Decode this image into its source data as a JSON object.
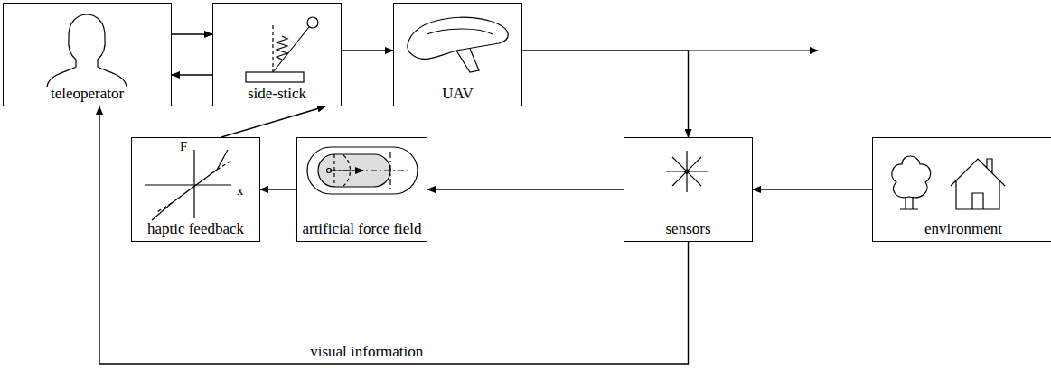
{
  "diagram": {
    "nodes": [
      {
        "text": [
          "teleoperator"
        ]
      },
      {
        "text": [
          "side-stick"
        ]
      },
      {
        "text": [
          "UAV"
        ]
      },
      {
        "text": [
          "haptic feedback"
        ]
      },
      {
        "text": [
          "artificial force field"
        ]
      },
      {
        "text": [
          "sensors"
        ]
      },
      {
        "text": [
          "environment"
        ]
      }
    ],
    "edges": [
      {
        "from": 0,
        "to": 1,
        "arrow": "to"
      },
      {
        "from": 1,
        "to": 0,
        "arrow": "to"
      },
      {
        "from": 1,
        "to": 2,
        "arrow": "to"
      },
      {
        "from": 2,
        "to": 5,
        "arrow": "to"
      },
      {
        "from": 6,
        "to": 5,
        "arrow": "to"
      },
      {
        "from": 5,
        "to": 4,
        "arrow": "to"
      },
      {
        "from": 4,
        "to": 3,
        "arrow": "to"
      },
      {
        "from": 3,
        "to": 1,
        "arrow": "to"
      },
      {
        "from": 5,
        "to": 0,
        "arrow": "to",
        "label": "visual information"
      }
    ],
    "labels": [
      "F",
      "x"
    ]
  }
}
